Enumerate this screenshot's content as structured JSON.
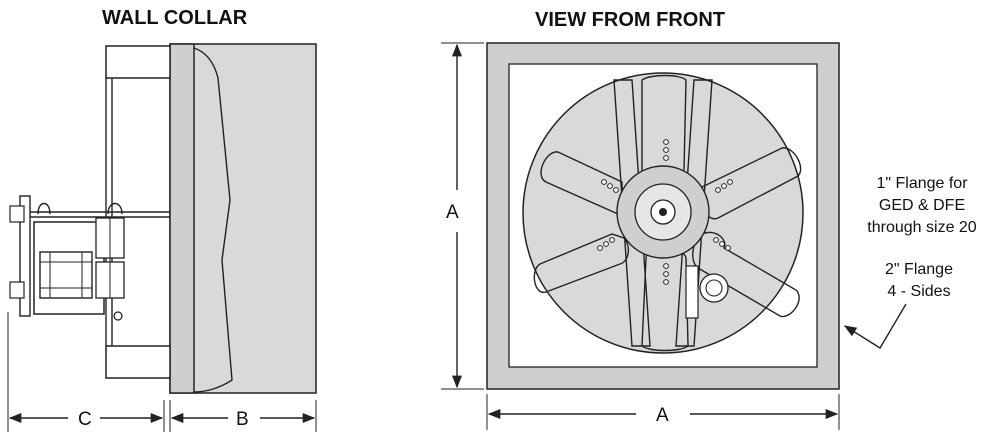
{
  "titles": {
    "left": "WALL COLLAR",
    "right": "VIEW FROM FRONT"
  },
  "dimensions": {
    "c": "C",
    "b": "B",
    "a_vertical": "A",
    "a_horizontal": "A"
  },
  "notes": {
    "flange_line1": "1\" Flange for",
    "flange_line2": "GED & DFE",
    "flange_line3": "through size 20",
    "flange2_line1": "2\" Flange",
    "flange2_line2": "4 - Sides"
  },
  "colors": {
    "flange_gray": "#cfcfcf",
    "panel_gray": "#d9d9d9",
    "line": "#222222"
  }
}
